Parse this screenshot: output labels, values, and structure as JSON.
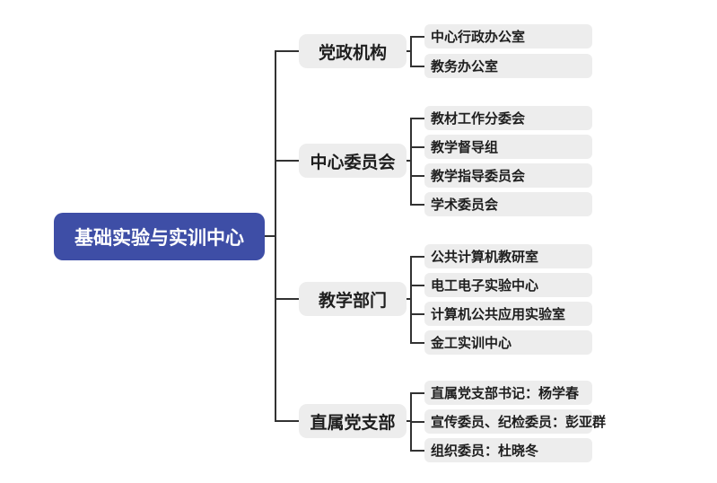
{
  "root": {
    "label": "基础实验与实训中心"
  },
  "branches": [
    {
      "label": "党政机构",
      "children": [
        "中心行政办公室",
        "教务办公室"
      ]
    },
    {
      "label": "中心委员会",
      "children": [
        "教材工作分委会",
        "教学督导组",
        "教学指导委员会",
        "学术委员会"
      ]
    },
    {
      "label": "教学部门",
      "children": [
        "公共计算机教研室",
        "电工电子实验中心",
        "计算机公共应用实验室",
        "金工实训中心"
      ]
    },
    {
      "label": "直属党支部",
      "children": [
        "直属党支部书记：杨学春",
        "宣传委员、纪检委员：彭亚群",
        "组织委员：杜晓冬"
      ]
    }
  ],
  "colors": {
    "background": "#ffffff",
    "root_bg": "#3e4ea6",
    "root_text": "#ffffff",
    "node_bg": "#ededed",
    "node_text": "#1e1e1e",
    "line": "#323232"
  }
}
